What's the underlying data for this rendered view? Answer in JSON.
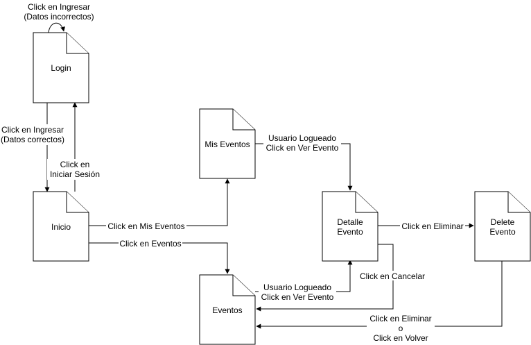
{
  "nodes": {
    "login": "Login",
    "inicio": "Inicio",
    "mis_eventos": "Mis Eventos",
    "eventos": "Eventos",
    "detalle_evento": [
      "Detalle",
      "Evento"
    ],
    "delete_evento": [
      "Delete",
      "Evento"
    ]
  },
  "edges": {
    "login_self": [
      "Click en Ingresar",
      "(Datos incorrectos)"
    ],
    "login_to_inicio": [
      "Click en Ingresar",
      "(Datos correctos)"
    ],
    "inicio_to_login": [
      "Click en",
      "Iniciar Sesión"
    ],
    "inicio_to_mis_eventos": [
      "Click en Mis Eventos"
    ],
    "inicio_to_eventos": [
      "Click en Eventos"
    ],
    "mis_eventos_to_detalle": [
      "Usuario Logueado",
      "Click en Ver Evento"
    ],
    "eventos_to_detalle": [
      "Usuario Logueado",
      "Click en Ver Evento"
    ],
    "detalle_to_delete": [
      "Click en Eliminar"
    ],
    "detalle_to_eventos": [
      "Click en Cancelar"
    ],
    "delete_to_eventos": [
      "Click en Eliminar",
      "o",
      "Click en Volver"
    ]
  }
}
